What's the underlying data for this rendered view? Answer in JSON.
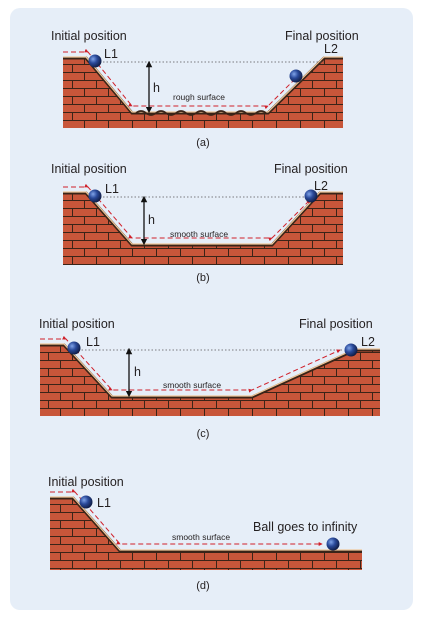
{
  "colors": {
    "panel_bg": "#e6eef8",
    "brick_fill": "#c8563a",
    "brick_top": "#d9704f",
    "mortar": "#3a2418",
    "track": "#f0c89a",
    "ball_dark": "#1a2f6b",
    "ball_light": "#5f86d6",
    "path_arrows": "#d0202a",
    "dotted_line": "#555555"
  },
  "panels": [
    {
      "caption": "(a)",
      "initial_label": "Initial position",
      "final_label": "Final position",
      "start_marker": "L1",
      "end_marker": "L2",
      "height_label": "h",
      "surface_label": "rough surface"
    },
    {
      "caption": "(b)",
      "initial_label": "Initial position",
      "final_label": "Final position",
      "start_marker": "L1",
      "end_marker": "L2",
      "height_label": "h",
      "surface_label": "smooth surface"
    },
    {
      "caption": "(c)",
      "initial_label": "Initial position",
      "final_label": "Final position",
      "start_marker": "L1",
      "end_marker": "L2",
      "height_label": "h",
      "surface_label": "smooth surface"
    },
    {
      "caption": "(d)",
      "initial_label": "Initial position",
      "start_marker": "L1",
      "surface_label": "smooth surface",
      "final_label": "Ball goes to infinity"
    }
  ]
}
